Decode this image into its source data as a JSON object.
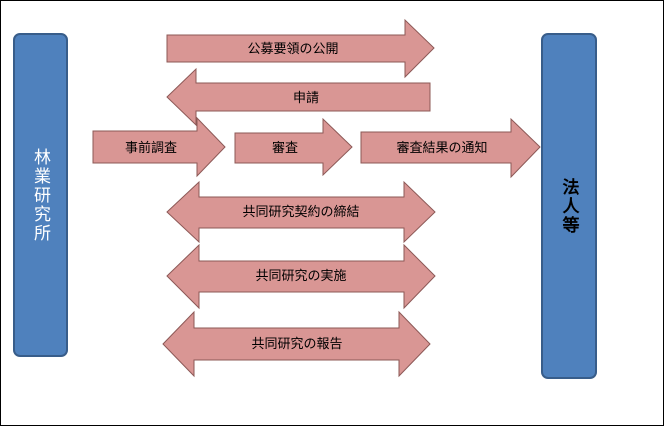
{
  "left_party": {
    "label": "林業研究所"
  },
  "right_party": {
    "label": "法人等"
  },
  "steps": {
    "public_notice": "公募要領の公開",
    "application": "申請",
    "pre_survey": "事前調査",
    "review": "審査",
    "notification": "審査結果の通知",
    "contract": "共同研究契約の締結",
    "implementation": "共同研究の実施",
    "report": "共同研究の報告"
  },
  "colors": {
    "party_fill": "#4f81bd",
    "party_border": "#385d8a",
    "arrow_fill": "#d99694",
    "arrow_border": "#8c5856"
  }
}
